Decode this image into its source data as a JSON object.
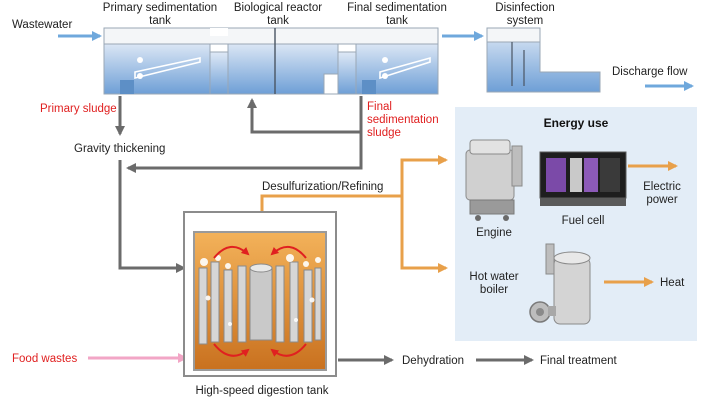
{
  "labels": {
    "wastewater": "Wastewater",
    "primary_tank_line1": "Primary sedimentation",
    "primary_tank_line2": "tank",
    "bio_reactor_line1": "Biological reactor",
    "bio_reactor_line2": "tank",
    "final_tank_line1": "Final sedimentation",
    "final_tank_line2": "tank",
    "disinfection_line1": "Disinfection",
    "disinfection_line2": "system",
    "discharge_flow": "Discharge flow",
    "primary_sludge": "Primary sludge",
    "final_sludge_line1": "Final",
    "final_sludge_line2": "sedimentation",
    "final_sludge_line3": "sludge",
    "gravity_thickening": "Gravity thickening",
    "desulfurization": "Desulfurization/Refining",
    "food_wastes": "Food wastes",
    "digestion_tank": "High-speed digestion tank",
    "dehydration": "Dehydration",
    "final_treatment": "Final treatment",
    "energy_use": "Energy use",
    "engine": "Engine",
    "fuel_cell": "Fuel cell",
    "electric_line1": "Electric",
    "electric_line2": "power",
    "hot_water_line1": "Hot water",
    "hot_water_line2": "boiler",
    "heat": "Heat"
  },
  "colors": {
    "flow_blue": "#6fa8dc",
    "sludge_gray": "#6b6b6b",
    "gas_orange": "#e8a04a",
    "food_pink": "#f2a6c6",
    "red_label": "#e02020",
    "energy_panel": "#e3edf7",
    "water_blue": "#8fb6e0"
  }
}
